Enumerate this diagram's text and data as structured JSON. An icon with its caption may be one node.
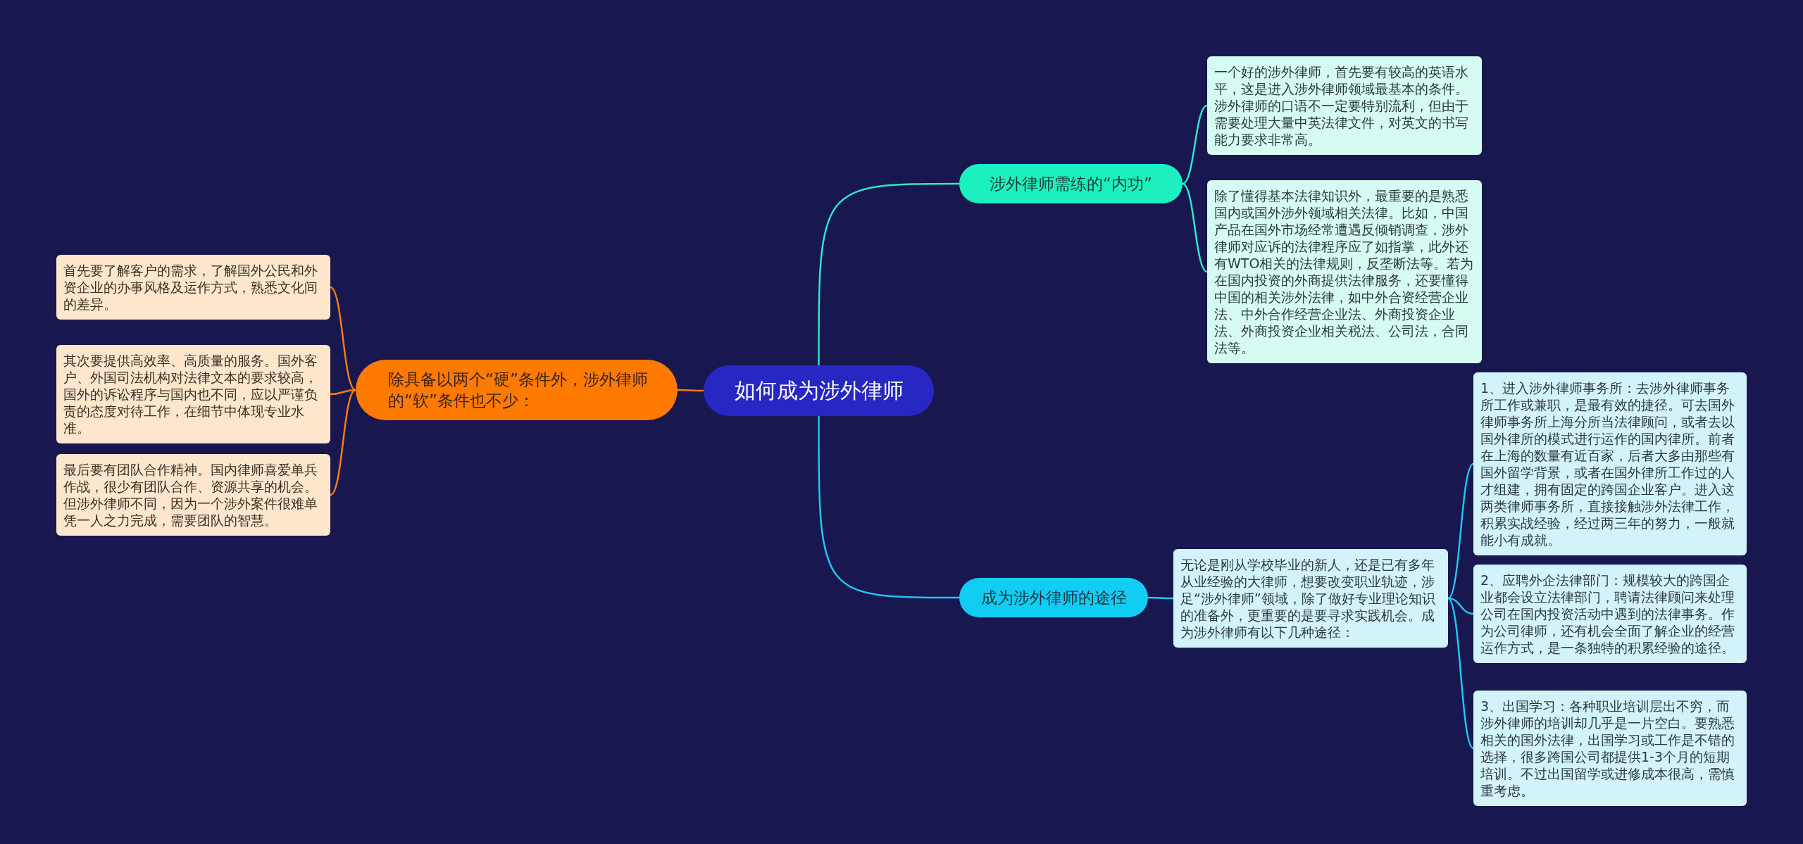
{
  "diagram": {
    "nodes": [
      {
        "text": [
          "如何成为涉外律师"
        ]
      },
      {
        "text": [
          "涉外律师需练的“内功”"
        ]
      },
      {
        "text": [
          "一个好的涉外律师，首先要有较高的英语水平，这是进入涉外律师领域最基本的条件。涉外律师的口语不一定要特别流利，但由于需要处理大量中英法律文件，对英文的书写能力要求非常高。"
        ]
      },
      {
        "text": [
          "除了懂得基本法律知识外，最重要的是熟悉国内或国外涉外领域相关法律。比如，中国产品在国外市场经常遭遇反倾销调查，涉外律师对应诉的法律程序应了如指掌，此外还有WTO相关的法律规则，反垄断法等。若为在国内投资的外商提供法律服务，还要懂得中国的相关涉外法律，如中外合资经营企业法、中外合作经营企业法、外商投资企业法、外商投资企业相关税法、公司法，合同法等。"
        ]
      },
      {
        "text": [
          "成为涉外律师的途径"
        ]
      },
      {
        "text": [
          "无论是刚从学校毕业的新人，还是已有多年从业经验的大律师，想要改变职业轨迹，涉足“涉外律师”领域，除了做好专业理论知识的准备外，更重要的是要寻求实践机会。成为涉外律师有以下几种途径："
        ]
      },
      {
        "text": [
          "1、进入涉外律师事务所：去涉外律师事务所工作或兼职，是最有效的捷径。可去国外律师事务所上海分所当法律顾问，或者去以国外律所的模式进行运作的国内律所。前者在上海的数量有近百家，后者大多由那些有国外留学背景，或者在国外律所工作过的人才组建，拥有固定的跨国企业客户。进入这两类律师事务所，直接接触涉外法律工作，积累实战经验，经过两三年的努力，一般就能小有成就。"
        ]
      },
      {
        "text": [
          "2、应聘外企法律部门：规模较大的跨国企业都会设立法律部门，聘请法律顾问来处理公司在国内投资活动中遇到的法律事务。作为公司律师，还有机会全面了解企业的经营运作方式，是一条独特的积累经验的途径。"
        ]
      },
      {
        "text": [
          "3、出国学习：各种职业培训层出不穷，而涉外律师的培训却几乎是一片空白。要熟悉相关的国外法律，出国学习或工作是不错的选择，很多跨国公司都提供1-3个月的短期培训。不过出国留学或进修成本很高，需慎重考虑。"
        ]
      },
      {
        "text": [
          "除具备以两个“硬”条件外，涉外律师的“软”条件也不少："
        ]
      },
      {
        "text": [
          "首先要了解客户的需求，了解国外公民和外资企业的办事风格及运作方式，熟悉文化间的差异。"
        ]
      },
      {
        "text": [
          "其次要提供高效率、高质量的服务。国外客户、外国司法机构对法律文本的要求较高，国外的诉讼程序与国内也不同，应以严谨负责的态度对待工作，在细节中体现专业水准。"
        ]
      },
      {
        "text": [
          "最后要有团队合作精神。国内律师喜爱单兵作战，很少有团队合作、资源共享的机会。但涉外律师不同，因为一个涉外案件很难单凭一人之力完成，需要团队的智慧。"
        ]
      }
    ],
    "edges": [
      {
        "from": 0,
        "to": 1,
        "arrow": "none",
        "color": "#2ee6c8"
      },
      {
        "from": 1,
        "to": 2,
        "arrow": "none",
        "color": "#2ee6c8"
      },
      {
        "from": 1,
        "to": 3,
        "arrow": "none",
        "color": "#2ee6c8"
      },
      {
        "from": 0,
        "to": 4,
        "arrow": "none"
      },
      {
        "from": 4,
        "to": 5,
        "arrow": "none"
      },
      {
        "from": 5,
        "to": 6,
        "arrow": "none"
      },
      {
        "from": 5,
        "to": 7,
        "arrow": "none"
      },
      {
        "from": 5,
        "to": 8,
        "arrow": "none"
      },
      {
        "from": 0,
        "to": 9,
        "arrow": "none",
        "color": "#f47c14"
      },
      {
        "from": 9,
        "to": 10,
        "arrow": "none",
        "color": "#f47c14"
      },
      {
        "from": 9,
        "to": 11,
        "arrow": "none",
        "color": "#f47c14"
      },
      {
        "from": 9,
        "to": 12,
        "arrow": "none",
        "color": "#f47c14"
      }
    ]
  }
}
